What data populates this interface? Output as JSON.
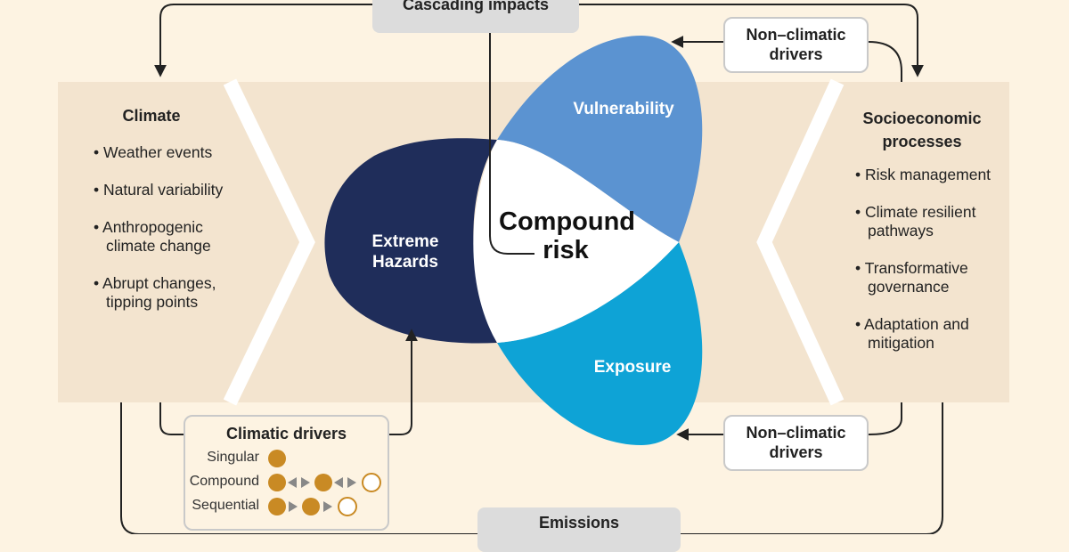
{
  "top_box": "Cascading impacts",
  "bottom_box": "Emissions",
  "climate": {
    "title": "Climate",
    "items": [
      "Weather events",
      "Natural variability",
      "Anthropogenic climate change",
      "Abrupt changes, tipping points"
    ]
  },
  "socioeconomic": {
    "title": "Socioeconomic processes",
    "items": [
      "Risk management",
      "Climate resilient pathways",
      "Transformative governance",
      "Adaptation and mitigation"
    ]
  },
  "petals": {
    "hazards": "Extreme Hazards",
    "vulnerability": "Vulnerability",
    "exposure": "Exposure",
    "center": "Compound risk"
  },
  "non_climatic_top": "Non–climatic drivers",
  "non_climatic_bottom": "Non–climatic drivers",
  "climatic_drivers": {
    "title": "Climatic drivers",
    "rows": [
      "Singular",
      "Compound",
      "Sequential"
    ]
  },
  "colors": {
    "hazards": "#1f2d5a",
    "vulnerability": "#5b93d1",
    "exposure": "#0ea3d6",
    "background": "#fdf3e2",
    "panel": "#f3e4cf",
    "driver_dot": "#c98a24"
  }
}
